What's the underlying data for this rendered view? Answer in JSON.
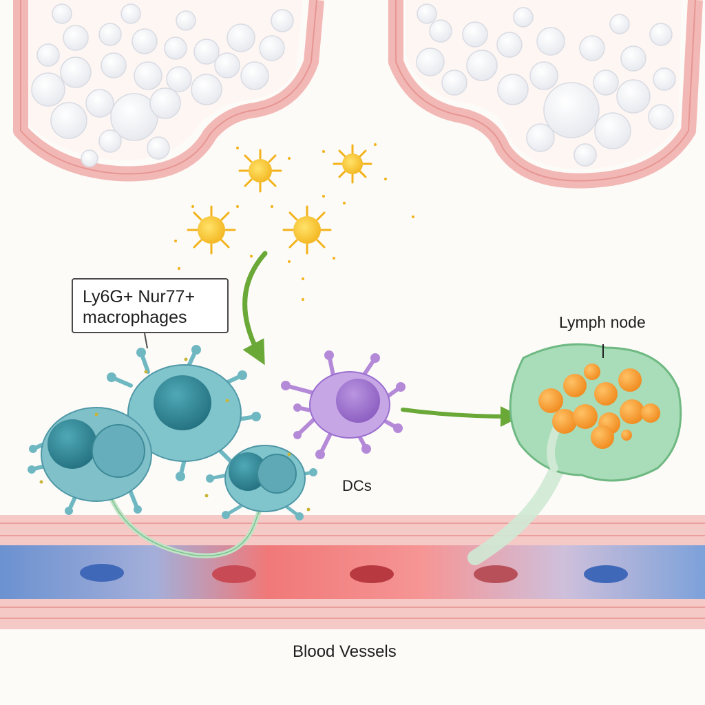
{
  "labels": {
    "macrophages": {
      "line1": "Ly6G+ Nur77+",
      "line2": "macrophages"
    },
    "dcs": "DCs",
    "lymph_node": "Lymph node",
    "blood_vessels": "Blood Vessels"
  },
  "icons": {
    "cytokines": "sunburst-cytokine-icon",
    "macrophage": "macrophage-cell-icon",
    "dendritic_cell": "dendritic-cell-icon",
    "lymph_node": "lymph-node-icon",
    "blood_cell": "red-blood-cell-icon"
  },
  "colors": {
    "tissue_pink": "#f2b8b5",
    "adipocyte_white": "#ffffff",
    "cytokine_yellow": "#f5c518",
    "macrophage_teal": "#6fb8c2",
    "macrophage_nucleus": "#2f8a9a",
    "dendritic_purple": "#b48ad8",
    "arrow_green": "#6aa838",
    "lymph_green": "#a9dcb8",
    "lymphocyte_orange": "#f5a038",
    "vessel_blue": "#4f7fc8",
    "vessel_red": "#e8555a"
  }
}
